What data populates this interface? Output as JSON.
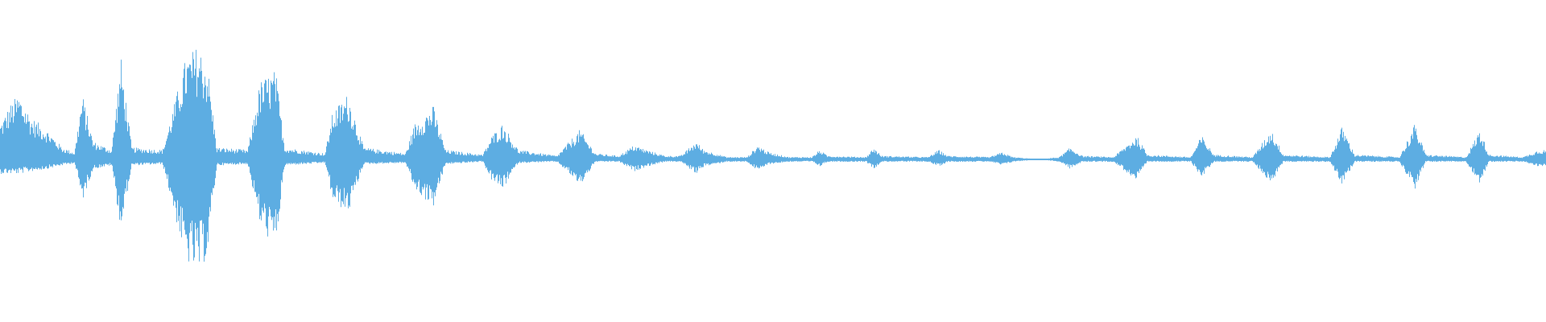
{
  "waveform": {
    "color": "#5dade2",
    "background": "#ffffff",
    "description_icon": "audio-waveform",
    "envelope": [
      [
        0.0,
        0.3,
        0.12
      ],
      [
        0.006,
        0.45,
        0.12
      ],
      [
        0.012,
        0.55,
        0.12
      ],
      [
        0.02,
        0.35,
        0.1
      ],
      [
        0.03,
        0.25,
        0.08
      ],
      [
        0.04,
        0.1,
        0.05
      ],
      [
        0.048,
        0.06,
        0.03
      ],
      [
        0.053,
        0.55,
        0.35
      ],
      [
        0.06,
        0.15,
        0.08
      ],
      [
        0.072,
        0.08,
        0.05
      ],
      [
        0.078,
        0.85,
        0.6
      ],
      [
        0.085,
        0.1,
        0.05
      ],
      [
        0.105,
        0.08,
        0.04
      ],
      [
        0.12,
        0.85,
        0.85
      ],
      [
        0.128,
        0.95,
        0.95
      ],
      [
        0.134,
        0.8,
        0.8
      ],
      [
        0.14,
        0.1,
        0.05
      ],
      [
        0.16,
        0.08,
        0.04
      ],
      [
        0.168,
        0.65,
        0.55
      ],
      [
        0.178,
        0.75,
        0.75
      ],
      [
        0.184,
        0.1,
        0.05
      ],
      [
        0.21,
        0.05,
        0.03
      ],
      [
        0.215,
        0.4,
        0.35
      ],
      [
        0.225,
        0.55,
        0.45
      ],
      [
        0.235,
        0.1,
        0.04
      ],
      [
        0.262,
        0.05,
        0.03
      ],
      [
        0.268,
        0.3,
        0.25
      ],
      [
        0.28,
        0.45,
        0.4
      ],
      [
        0.288,
        0.08,
        0.04
      ],
      [
        0.312,
        0.04,
        0.02
      ],
      [
        0.318,
        0.2,
        0.18
      ],
      [
        0.325,
        0.3,
        0.25
      ],
      [
        0.335,
        0.08,
        0.03
      ],
      [
        0.36,
        0.03,
        0.02
      ],
      [
        0.368,
        0.15,
        0.12
      ],
      [
        0.375,
        0.25,
        0.22
      ],
      [
        0.385,
        0.05,
        0.02
      ],
      [
        0.4,
        0.03,
        0.02
      ],
      [
        0.41,
        0.12,
        0.1
      ],
      [
        0.418,
        0.08,
        0.06
      ],
      [
        0.43,
        0.03,
        0.02
      ],
      [
        0.44,
        0.03,
        0.02
      ],
      [
        0.45,
        0.15,
        0.12
      ],
      [
        0.455,
        0.08,
        0.06
      ],
      [
        0.47,
        0.02,
        0.02
      ],
      [
        0.483,
        0.02,
        0.02
      ],
      [
        0.49,
        0.12,
        0.1
      ],
      [
        0.497,
        0.06,
        0.04
      ],
      [
        0.51,
        0.02,
        0.02
      ],
      [
        0.525,
        0.02,
        0.02
      ],
      [
        0.53,
        0.08,
        0.06
      ],
      [
        0.535,
        0.03,
        0.02
      ],
      [
        0.56,
        0.02,
        0.02
      ],
      [
        0.565,
        0.1,
        0.08
      ],
      [
        0.57,
        0.03,
        0.02
      ],
      [
        0.6,
        0.02,
        0.02
      ],
      [
        0.607,
        0.08,
        0.06
      ],
      [
        0.613,
        0.03,
        0.02
      ],
      [
        0.64,
        0.02,
        0.02
      ],
      [
        0.648,
        0.06,
        0.05
      ],
      [
        0.655,
        0.02,
        0.02
      ],
      [
        0.672,
        0.0,
        0.0
      ],
      [
        0.685,
        0.02,
        0.02
      ],
      [
        0.692,
        0.1,
        0.08
      ],
      [
        0.7,
        0.03,
        0.02
      ],
      [
        0.72,
        0.02,
        0.02
      ],
      [
        0.735,
        0.2,
        0.18
      ],
      [
        0.742,
        0.04,
        0.02
      ],
      [
        0.77,
        0.02,
        0.02
      ],
      [
        0.777,
        0.2,
        0.15
      ],
      [
        0.785,
        0.04,
        0.02
      ],
      [
        0.81,
        0.02,
        0.02
      ],
      [
        0.822,
        0.25,
        0.2
      ],
      [
        0.83,
        0.04,
        0.02
      ],
      [
        0.86,
        0.02,
        0.02
      ],
      [
        0.868,
        0.28,
        0.22
      ],
      [
        0.876,
        0.04,
        0.02
      ],
      [
        0.905,
        0.02,
        0.02
      ],
      [
        0.915,
        0.3,
        0.25
      ],
      [
        0.922,
        0.04,
        0.02
      ],
      [
        0.948,
        0.02,
        0.02
      ],
      [
        0.957,
        0.25,
        0.2
      ],
      [
        0.963,
        0.04,
        0.02
      ],
      [
        0.985,
        0.02,
        0.02
      ],
      [
        0.995,
        0.08,
        0.06
      ],
      [
        1.0,
        0.08,
        0.06
      ]
    ]
  }
}
